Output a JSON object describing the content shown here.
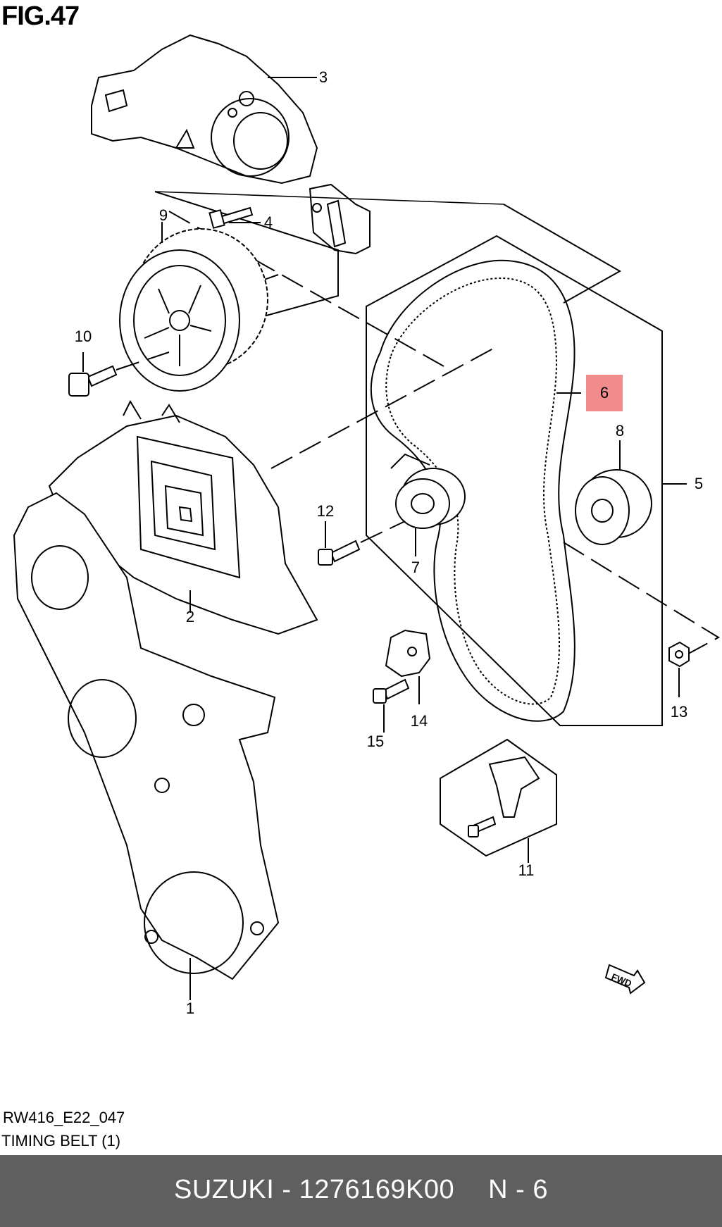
{
  "figure": {
    "title": "FIG.47",
    "code": "RW416_E22_047",
    "subtitle": "TIMING BELT (1)"
  },
  "callouts": [
    {
      "id": "1",
      "label": "1"
    },
    {
      "id": "2",
      "label": "2"
    },
    {
      "id": "3",
      "label": "3"
    },
    {
      "id": "4",
      "label": "4"
    },
    {
      "id": "5",
      "label": "5"
    },
    {
      "id": "6",
      "label": "6",
      "highlighted": true
    },
    {
      "id": "7",
      "label": "7"
    },
    {
      "id": "8",
      "label": "8"
    },
    {
      "id": "9",
      "label": "9"
    },
    {
      "id": "10",
      "label": "10"
    },
    {
      "id": "11",
      "label": "11"
    },
    {
      "id": "12",
      "label": "12"
    },
    {
      "id": "13",
      "label": "13"
    },
    {
      "id": "14",
      "label": "14"
    },
    {
      "id": "15",
      "label": "15"
    }
  ],
  "fwd_label": "FWD",
  "highlight_color": "#f28b8b",
  "footer": {
    "brand": "SUZUKI",
    "separator": "-",
    "part_number": "1276169K00",
    "position": "N - 6",
    "background": "#5f5f5f"
  }
}
